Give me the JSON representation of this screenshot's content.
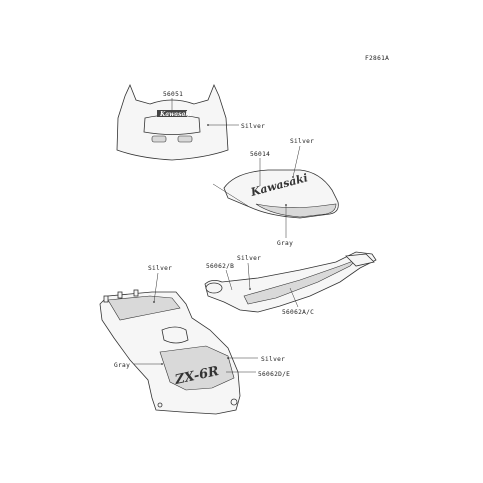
{
  "figure_code": "F2861A",
  "colors": {
    "stroke": "#333333",
    "fill_light": "#f6f6f6",
    "fill_gray": "#d9d9d9"
  },
  "windscreen": {
    "part_number": "56051",
    "brand_text": "Kawasaki",
    "color_label": "Silver"
  },
  "tank": {
    "part_number": "56014",
    "brand_text": "Kawasaki",
    "color_label_top": "Silver",
    "color_label_bottom": "Gray"
  },
  "tail": {
    "color_label": "Silver",
    "part_number_left": "56062/B",
    "part_number_right": "56062A/C"
  },
  "fairing": {
    "color_label_top": "Silver",
    "color_label_left": "Gray",
    "color_label_right": "Silver",
    "part_number": "56062D/E",
    "model_text": "ZX-6R"
  }
}
